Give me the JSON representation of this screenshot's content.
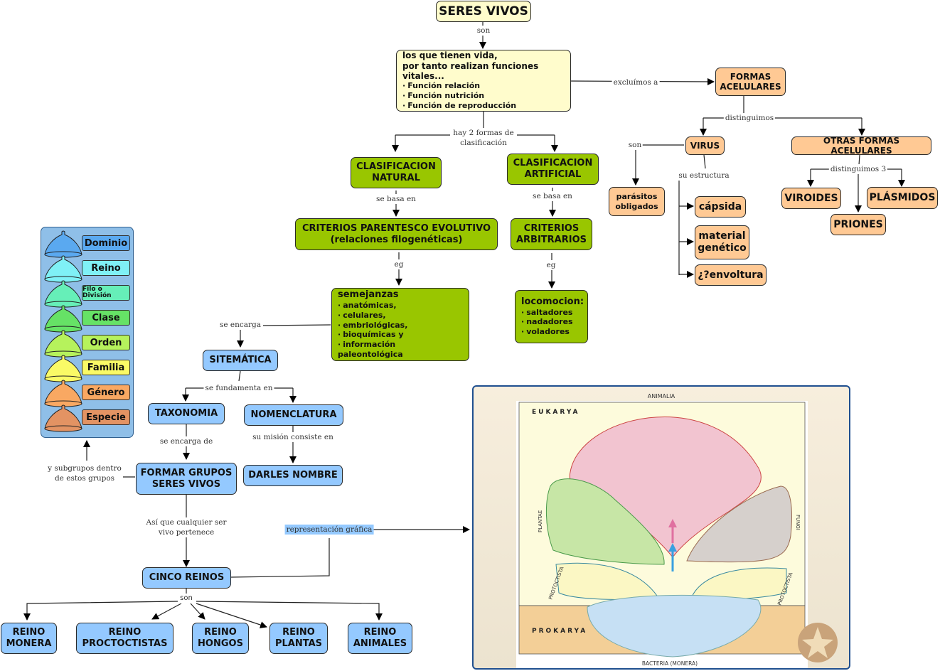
{
  "root": {
    "label": "SERES VIVOS"
  },
  "definition": {
    "lines": [
      "los que tienen vida,",
      "por tanto realizan funciones vitales..."
    ],
    "functions": [
      "Función relación",
      "Función nutrición",
      "Función de reproducción"
    ]
  },
  "acelulares": {
    "title": "FORMAS ACELULARES",
    "virus": "VIRUS",
    "parasitos": "parásitos obligados",
    "estructura": [
      "cápsida",
      "material genético",
      "¿?envoltura"
    ],
    "otras": "OTRAS FORMAS ACELULARES",
    "otras_items": [
      "VIROIDES",
      "PRIONES",
      "PLÁSMIDOS"
    ]
  },
  "clasificacion": {
    "natural": "CLASIFICACION NATURAL",
    "artificial": "CLASIFICACION ARTIFICIAL",
    "criterios_natural": "CRITERIOS PARENTESCO EVOLUTIVO (relaciones filogenéticas)",
    "criterios_artificial": "CRITERIOS ARBITRARIOS",
    "semejanzas_title": "semejanzas",
    "semejanzas": [
      "anatómicas,",
      "celulares,",
      "embriológicas,",
      "bioquímicas y",
      "información paleontológica"
    ],
    "locomocion_title": "locomocion:",
    "locomocion": [
      "saltadores",
      "nadadores",
      "voladores"
    ]
  },
  "sistematica": {
    "title": "SITEMÁTICA",
    "taxonomia": "TAXONOMIA",
    "nomenclatura": "NOMENCLATURA",
    "formar": "FORMAR GRUPOS SERES VIVOS",
    "darles": "DARLES NOMBRE",
    "cinco": "CINCO REINOS"
  },
  "reinos": [
    "REINO MONERA",
    "REINO PROCTOCTISTAS",
    "REINO HONGOS",
    "REINO PLANTAS",
    "REINO ANIMALES"
  ],
  "taxonomy_ranks": [
    {
      "label": "Dominio",
      "color": "#5aa9f0"
    },
    {
      "label": "Reino",
      "color": "#7ff0f6"
    },
    {
      "label": "Filo o División",
      "color": "#66efb8"
    },
    {
      "label": "Clase",
      "color": "#66e266"
    },
    {
      "label": "Orden",
      "color": "#b6f25c"
    },
    {
      "label": "Familia",
      "color": "#fafa66"
    },
    {
      "label": "Género",
      "color": "#f9a862"
    },
    {
      "label": "Especie",
      "color": "#e39363"
    }
  ],
  "links": {
    "son": "son",
    "excluimos": "excluímos a",
    "distinguimos": "distinguimos",
    "son_virus": "son",
    "su_estructura": "su estructura",
    "distinguimos3": "distinguimos 3",
    "hay2": "hay 2 formas de clasificación",
    "se_basa_1": "se basa en",
    "se_basa_2": "se basa en",
    "eg1": "eg",
    "eg2": "eg",
    "se_encarga": "se encarga",
    "se_fundamenta": "se fundamenta en",
    "se_encarga_de": "se encarga de",
    "su_mision": "su misión consiste en",
    "subgrupos": "y subgrupos dentro de estos grupos",
    "asi_que": "Así que cualquier ser vivo pertenece",
    "representacion": "representación gráfica",
    "son_reinos": "son"
  },
  "illustration": {
    "animalia": "ANIMALIA",
    "eukarya": "EUKARYA",
    "plantae": "PLANTAE",
    "fungi": "FUNGI",
    "protoctista": "PROTOCTISTA",
    "prokarya": "PROKARYA",
    "bacteria": "BACTERIA (MONERA)"
  }
}
